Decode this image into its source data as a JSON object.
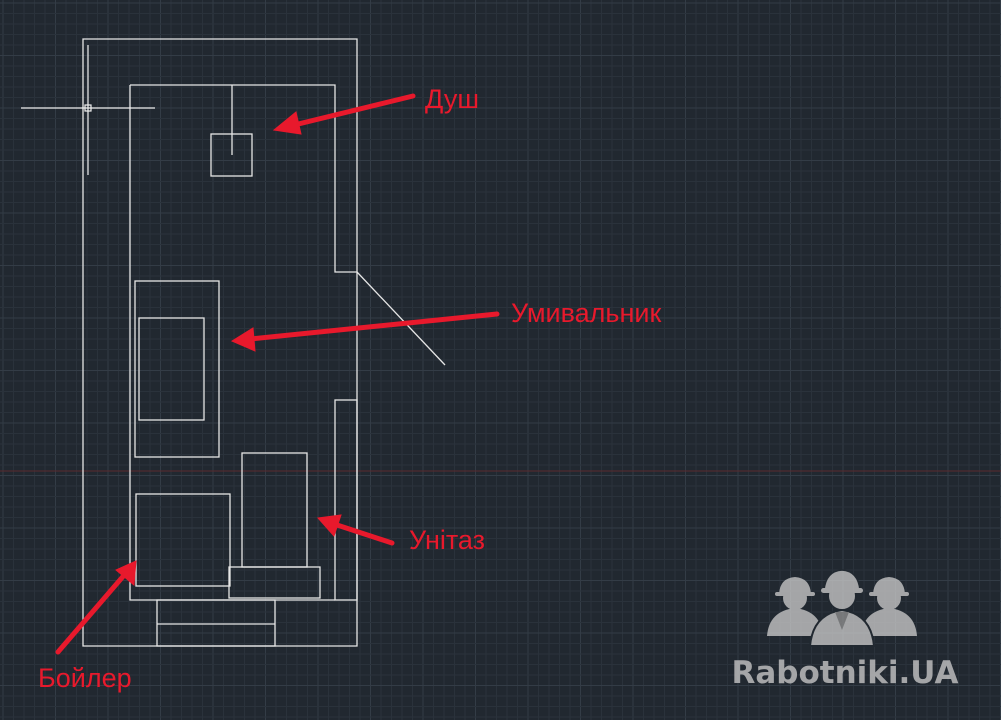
{
  "labels": {
    "shower": "Душ",
    "sink": "Умивальник",
    "toilet": "Унітаз",
    "boiler": "Бойлер"
  },
  "watermark": {
    "text": "Rabotniki.UA",
    "icon": "three-builders-with-hardhats-icon"
  },
  "colors": {
    "background": "#212830",
    "grid_minor": "#2a323b",
    "grid_major": "#333c46",
    "drawing_lines": "#e6e6e6",
    "annotation": "#e8192c",
    "axis_line": "#5a2a2e",
    "watermark": "#c9c9c9"
  }
}
